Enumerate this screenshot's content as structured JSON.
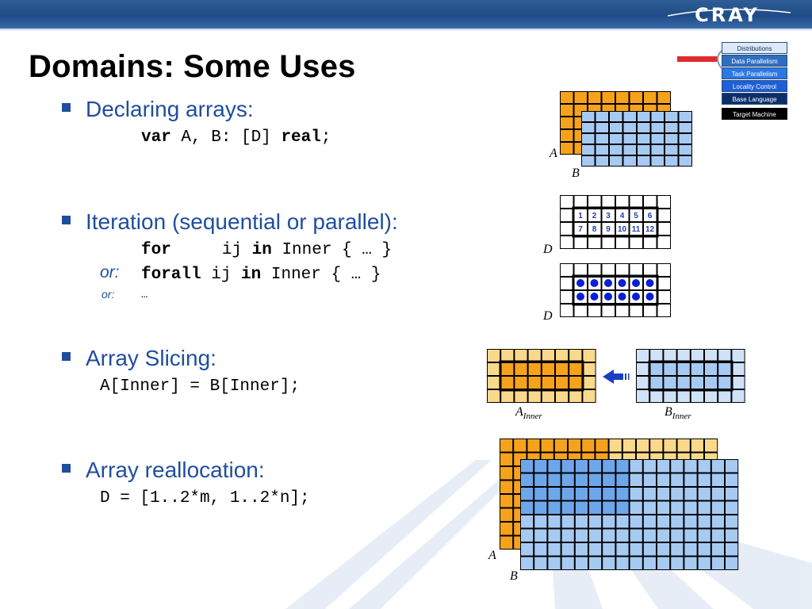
{
  "title": "Domains: Some Uses",
  "logo_text": "CRAY",
  "stack": [
    "Distributions",
    "Data Parallelism",
    "Task Parallelism",
    "Locality Control",
    "Base Language",
    "Target Machine"
  ],
  "bullets": {
    "declaring": {
      "label": "Declaring arrays:",
      "code": {
        "kw_var": "var",
        "mid": " A, B: [D] ",
        "kw_real": "real",
        "end": ";"
      }
    },
    "iteration": {
      "label": "Iteration (sequential or parallel):",
      "line1": {
        "kw": "for",
        "a": "ij ",
        "kw2": "in",
        "b": " Inner { … }"
      },
      "or1": "or:",
      "line2": {
        "kw": "forall",
        "a": " ij ",
        "kw2": "in",
        "b": " Inner { … }"
      },
      "or2": "or:",
      "line3": "…"
    },
    "slicing": {
      "label": "Array Slicing:",
      "code": "A[Inner] = B[Inner];"
    },
    "realloc": {
      "label": "Array reallocation:",
      "code": "D = [1..2*m, 1..2*n];"
    }
  },
  "figures": {
    "fig1": {
      "back": "A",
      "front": "B"
    },
    "fig2": {
      "label": "D",
      "numbers": [
        "1",
        "2",
        "3",
        "4",
        "5",
        "6",
        "7",
        "8",
        "9",
        "10",
        "11",
        "12"
      ]
    },
    "fig3": {
      "label": "D"
    },
    "fig4": {
      "left": "A",
      "left_sub": "Inner",
      "right": "B",
      "right_sub": "Inner"
    },
    "fig5": {
      "back": "A",
      "front": "B"
    }
  },
  "colors": {
    "orange": "#f7a21b",
    "orange_light": "#fbd98c",
    "blue": "#a6caf2",
    "blue_dark": "#6ea6ea",
    "accent": "#1f4e9e",
    "dot": "#0a1fd6"
  }
}
